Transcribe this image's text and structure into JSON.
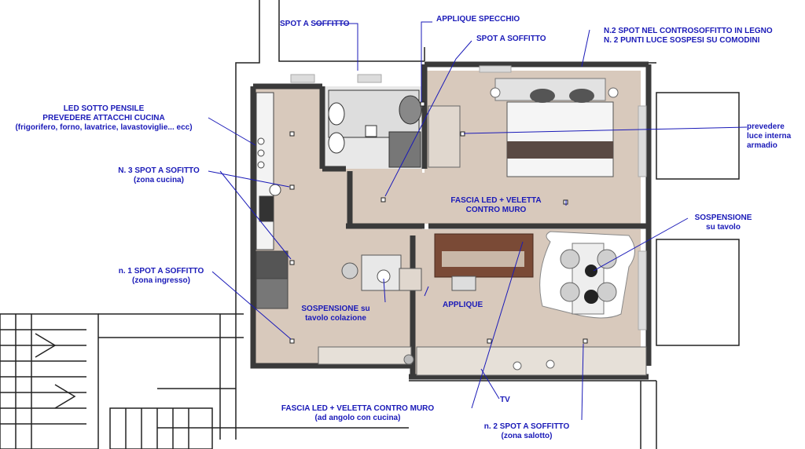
{
  "colors": {
    "annotation": "#1a1ab8",
    "wall": "#3a3a3a",
    "floor": "#d8c9bc",
    "sofa": "#7a4a36",
    "rug": "#ffffff"
  },
  "labels": {
    "spot_bagno": "SPOT A SOFFITTO",
    "applique_specchio": "APPLIQUE SPECCHIO",
    "spot_disimpegno": "SPOT A SOFFITTO",
    "camera_1": "N.2 SPOT NEL CONTROSOFFITTO IN LEGNO",
    "camera_2": "N. 2 PUNTI LUCE SOSPESI SU COMODINI",
    "cucina_1": "LED SOTTO PENSILE",
    "cucina_2": "PREVEDERE ATTACCHI CUCINA",
    "cucina_3": "(frigorifero, forno, lavatrice, lavastoviglie... ecc)",
    "armadio_1": "prevedere",
    "armadio_2": "luce interna",
    "armadio_3": "armadio",
    "spot_cucina_1": "N. 3 SPOT A SOFITTO",
    "spot_cucina_2": "(zona cucina)",
    "fascia_1": "FASCIA LED + VELETTA",
    "fascia_2": "CONTRO MURO",
    "sosp_tavolo_1": "SOSPENSIONE",
    "sosp_tavolo_2": "su tavolo",
    "spot_ingresso_1": "n. 1 SPOT A SOFFITTO",
    "spot_ingresso_2": "(zona ingresso)",
    "applique": "APPLIQUE",
    "colazione_1": "SOSPENSIONE su",
    "colazione_2": "tavolo colazione",
    "tv": "TV",
    "fascia_angolo_1": "FASCIA LED + VELETTA CONTRO MURO",
    "fascia_angolo_2": "(ad angolo con cucina)",
    "spot_salotto_1": "n. 2 SPOT A SOFFITTO",
    "spot_salotto_2": "(zona salotto)"
  }
}
